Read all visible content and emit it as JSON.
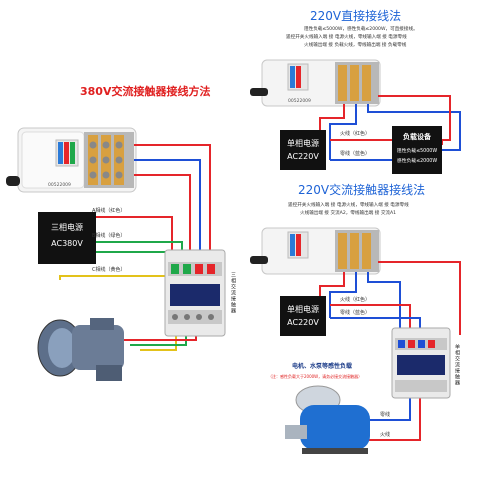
{
  "title_380": "380V交流接触器接线方法",
  "title_220_direct": "220V直接接线法",
  "title_220_contactor": "220V交流接触器接线法",
  "direct_notes": [
    "阻性负载≤5000W，感性负载≤2000W，可直接接线。",
    "遥控开关火线输入端 接 电源火线，零线输入端 接 电源零线",
    "火线输出端 接 负载火线，零线输出端 接 负载零线"
  ],
  "contactor_notes": [
    "遥控开关火线输入端 接 电源火线，零线输入端 接 电源零线",
    "火线输出端 接 交流A2，零线输出端 接 交流A1"
  ],
  "three_phase_source": [
    "三相电源",
    "AC380V"
  ],
  "phase_labels": [
    "A相线（红色）",
    "B相线（绿色）",
    "C相线（黄色）"
  ],
  "single_phase_source": [
    "单相电源",
    "AC220V"
  ],
  "live_label": "火线（红色）",
  "neutral_label": "零线（蓝色）",
  "load_box": {
    "title": "负载设备",
    "line1": "阻性负载≤5000W",
    "line2": "感性负载≤2000W"
  },
  "contactor_side_label": "三相交流接触器",
  "contactor_side_label_2": "单相交流接触器",
  "pump_title": "电机、水泵等感性负载",
  "pump_subtitle": "（注：感性负载大于2000W，请务必接交流接触器）",
  "zero_line": "零线",
  "live_line": "火线",
  "module_code": "00522009",
  "colors": {
    "red_wire": "#e5252a",
    "blue_wire": "#1e4fd6",
    "green_wire": "#1fa84a",
    "yellow_wire": "#e3c21a",
    "title_red": "#e02020",
    "title_blue": "#1e63d6"
  }
}
